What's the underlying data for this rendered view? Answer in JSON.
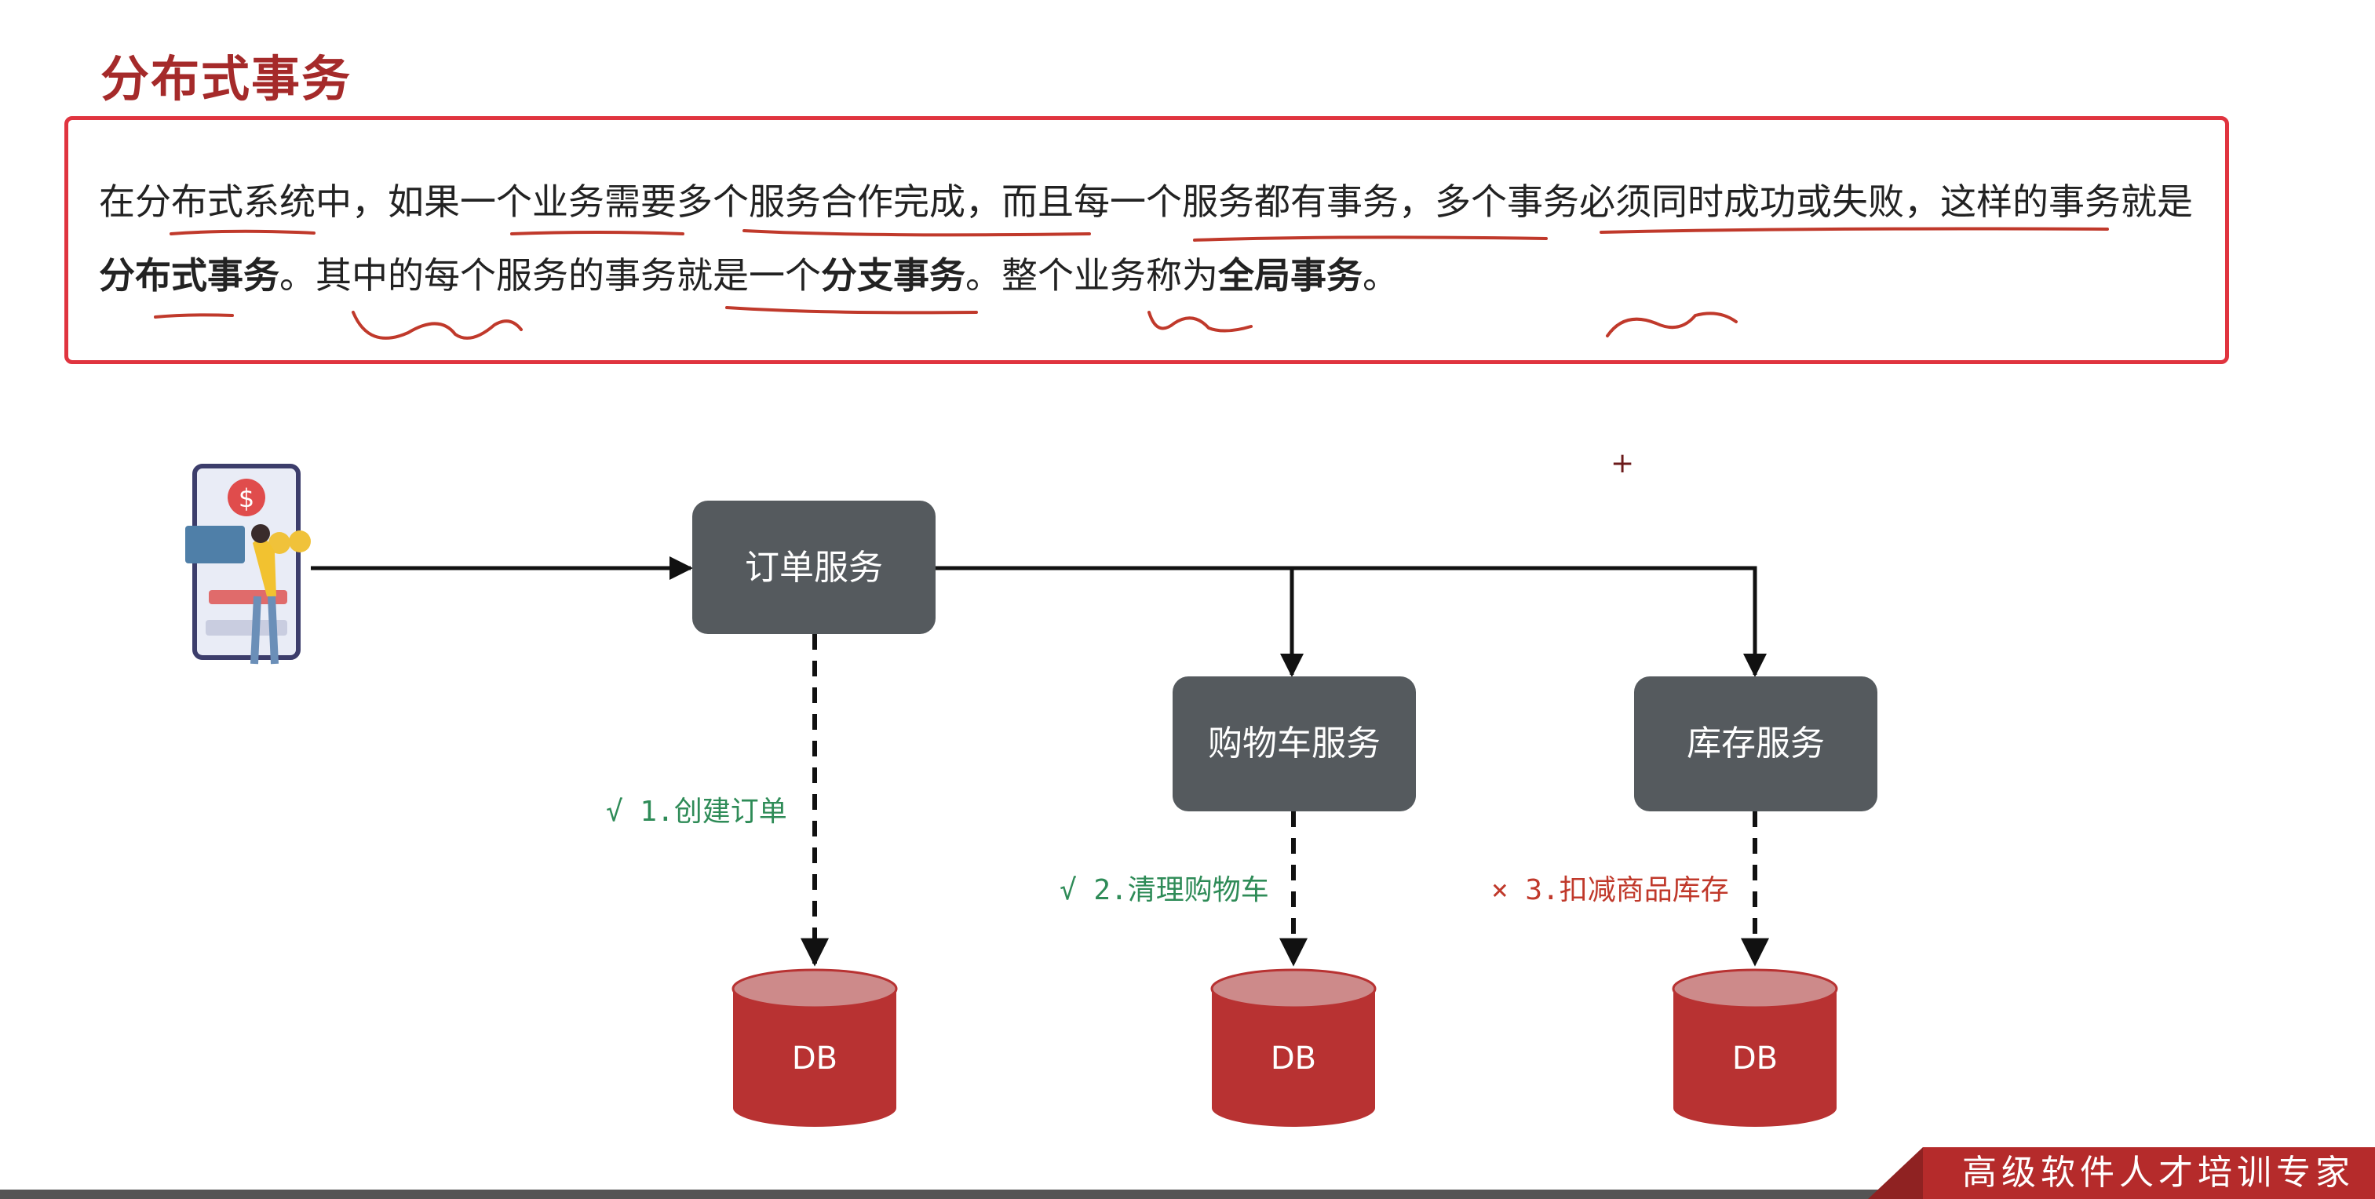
{
  "title": "分布式事务",
  "definition": [
    {
      "t": "在分布式系统中，如果一个业务需要多个服务合作完成，而且每一个服务都有事务，多个事务必须同时成功或失败，这样的事务就是",
      "b": false
    },
    {
      "t": "分布式事务",
      "b": true
    },
    {
      "t": "。其中的每个服务的事务就是一个",
      "b": false
    },
    {
      "t": "分支事务",
      "b": true
    },
    {
      "t": "。整个业务称为",
      "b": false
    },
    {
      "t": "全局事务",
      "b": true
    },
    {
      "t": "。",
      "b": false
    }
  ],
  "services": {
    "order": "订单服务",
    "cart": "购物车服务",
    "stock": "库存服务"
  },
  "db_label": "DB",
  "steps": [
    {
      "mark": "√",
      "text": "1.创建订单",
      "status": "success"
    },
    {
      "mark": "√",
      "text": "2.清理购物车",
      "status": "success"
    },
    {
      "mark": "×",
      "text": "3.扣减商品库存",
      "status": "failed"
    }
  ],
  "banner": "高级软件人才培训专家",
  "colors": {
    "title": "#a52a2a",
    "box_border": "#e0343f",
    "service_box": "#555a5e",
    "db": "#b83232",
    "db_top": "#cd8a8a",
    "success": "#2e8b57",
    "failed": "#c0392b",
    "annotation": "#c0392b"
  },
  "icons": {
    "client": "mobile-payment-icon"
  }
}
